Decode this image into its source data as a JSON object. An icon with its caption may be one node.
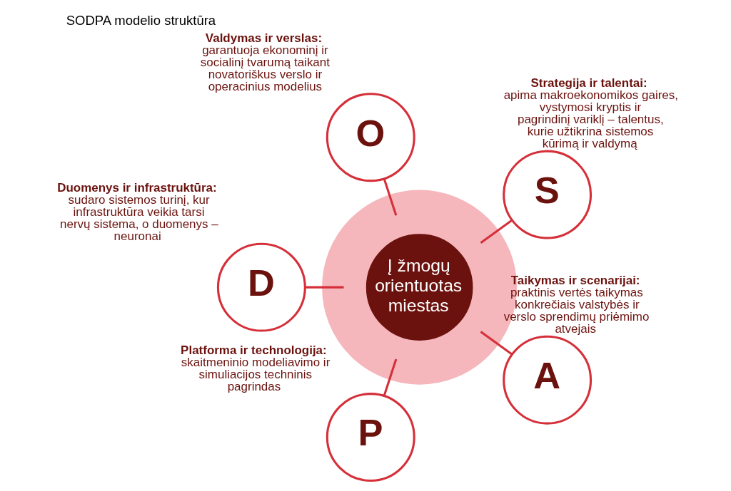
{
  "diagram": {
    "title": "SODPA modelio struktūra",
    "nodes": [
      {
        "text": [
          "Į žmogų orientuotas miestas"
        ]
      },
      {
        "text": [
          "S"
        ],
        "beside": [
          "Strategija ir talentai:",
          "apima makroekonomikos gaires, vystymosi kryptis ir pagrindinį variklį – talentus, kurie užtikrina sistemos kūrimą ir valdymą"
        ]
      },
      {
        "text": [
          "O"
        ],
        "beside": [
          "Valdymas ir verslas:",
          "garantuoja ekonominį ir socialinį tvarumą taikant novatoriškus verslo ir operacinius modelius"
        ]
      },
      {
        "text": [
          "D"
        ],
        "beside": [
          "Duomenys ir infrastruktūra:",
          "sudaro sistemos turinį, kur infrastruktūra veikia tarsi nervų sistema, o duomenys – neuronai"
        ]
      },
      {
        "text": [
          "P"
        ],
        "beside": [
          "Platforma ir technologija:",
          "skaitmeninio modeliavimo ir simuliacijos techninis pagrindas"
        ]
      },
      {
        "text": [
          "A"
        ],
        "beside": [
          "Taikymas ir scenarijai:",
          "praktinis vertės taikymas konkrečiais valstybės ir verslo sprendimų priėmimo atvejais"
        ]
      }
    ],
    "edges": [
      {
        "from": 0,
        "to": 1,
        "arrow": "none"
      },
      {
        "from": 0,
        "to": 2,
        "arrow": "none"
      },
      {
        "from": 0,
        "to": 3,
        "arrow": "none"
      },
      {
        "from": 0,
        "to": 4,
        "arrow": "none"
      },
      {
        "from": 0,
        "to": 5,
        "arrow": "none"
      }
    ]
  }
}
